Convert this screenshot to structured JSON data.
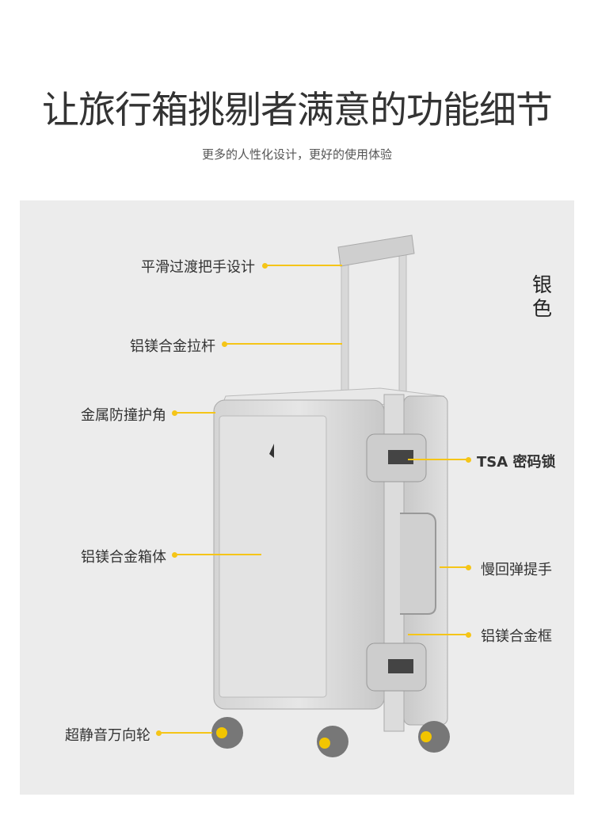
{
  "header": {
    "title": "让旅行箱挑剔者满意的功能细节",
    "subtitle": "更多的人性化设计，更好的使用体验"
  },
  "color_label": "银色",
  "features": {
    "handle_design": "平滑过渡把手设计",
    "trolley": "铝镁合金拉杆",
    "corners": "金属防撞护角",
    "body": "铝镁合金箱体",
    "wheels": "超静音万向轮",
    "lock": "TSA 密码锁",
    "side_handle": "慢回弹提手",
    "frame": "铝镁合金框"
  },
  "colors": {
    "accent": "#f5c518",
    "panel": "#ececec",
    "wheel_hub": "#f2c500"
  }
}
